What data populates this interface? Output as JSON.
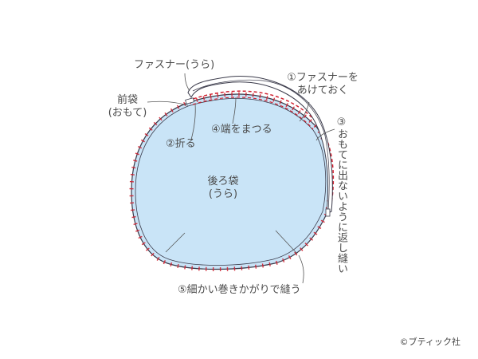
{
  "colors": {
    "fabric_fill": "#c9e4f7",
    "outline": "#3a3a4a",
    "stitch": "#d02030",
    "leader": "#555555"
  },
  "labels": {
    "zipper_back": "ファスナー(うら)",
    "front_bag_line1": "前袋",
    "front_bag_line2": "(おもて)",
    "step1_line1": "①ファスナーを",
    "step1_line2": "あけておく",
    "step2": "②折る",
    "step3": "③おもてに出ないように返し縫い",
    "step4": "④端をまつる",
    "back_bag_line1": "後ろ袋",
    "back_bag_line2": "(うら)",
    "step5": "⑤細かい巻きかがりで縫う"
  },
  "credit": "©ブティック社"
}
